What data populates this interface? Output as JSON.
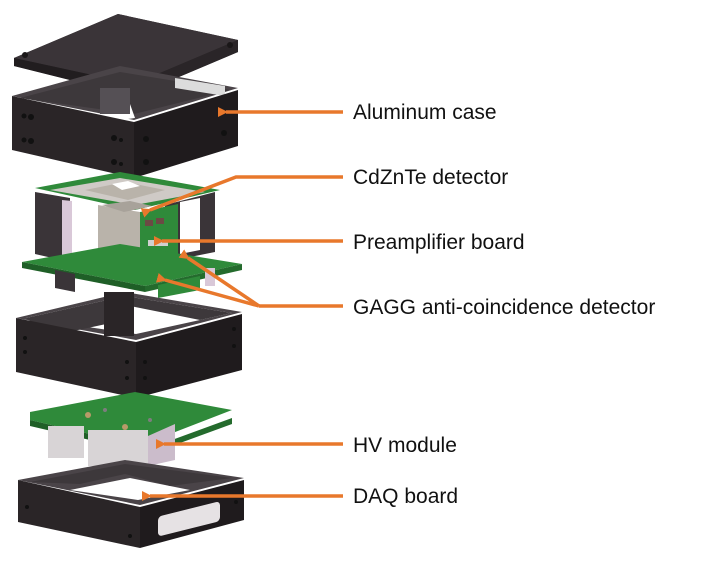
{
  "figure": {
    "title": "Exploded view of detector assembly",
    "colors": {
      "arrow": "#e8782c",
      "case": "#2b2628",
      "case_side": "#3a3337",
      "case_top": "#322c2f",
      "pcb": "#2f8a3a",
      "pcb_dark": "#1f5f27",
      "detector": "#b9b3aa",
      "gagg": "#d9c8d8",
      "hv": "#d8d4d6",
      "text": "#111111"
    },
    "labels": [
      {
        "id": "aluminum-case",
        "text": "Aluminum case"
      },
      {
        "id": "cdznte-detector",
        "text": "CdZnTe detector"
      },
      {
        "id": "preamplifier-board",
        "text": "Preamplifier board"
      },
      {
        "id": "gagg-detector",
        "text": "GAGG anti-coincidence detector"
      },
      {
        "id": "hv-module",
        "text": "HV module"
      },
      {
        "id": "daq-board",
        "text": "DAQ board"
      }
    ]
  }
}
